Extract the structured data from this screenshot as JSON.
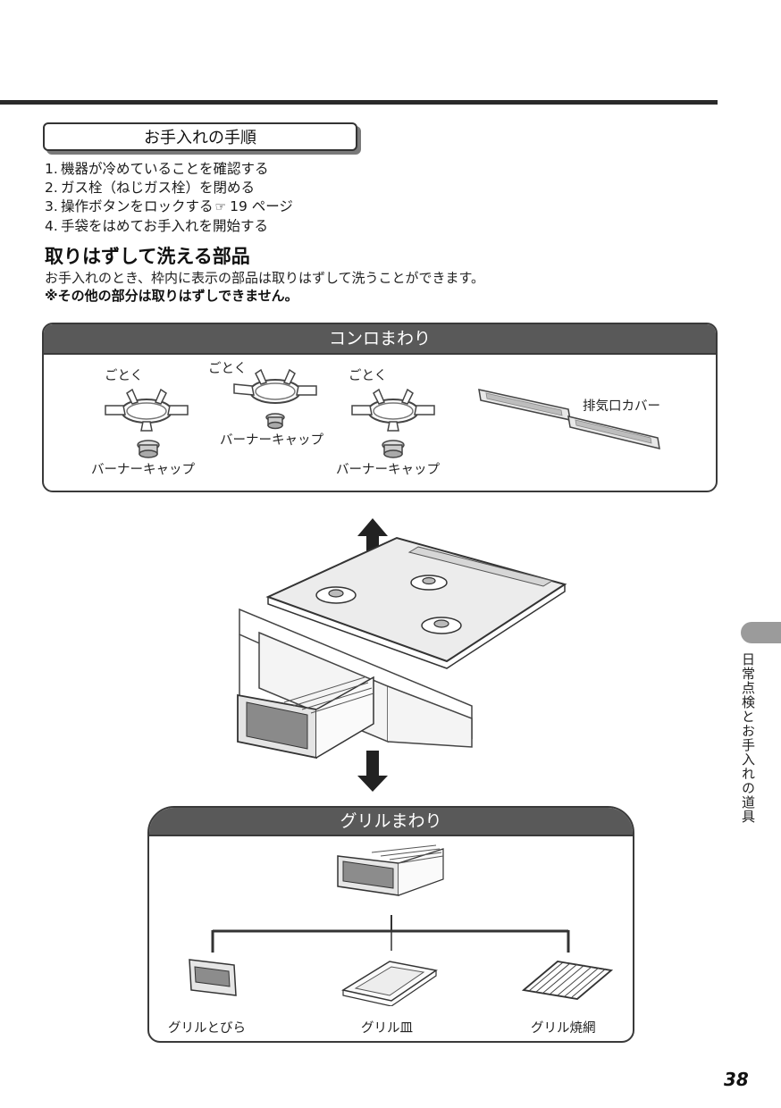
{
  "procedure": {
    "title": "お手入れの手順",
    "steps": [
      {
        "num": "1.",
        "text": "機器が冷めていることを確認する"
      },
      {
        "num": "2.",
        "text": "ガス栓（ねじガス栓）を閉める"
      },
      {
        "num": "3.",
        "text": "操作ボタンをロックする",
        "ref": "19 ページ"
      },
      {
        "num": "4.",
        "text": "手袋をはめてお手入れを開始する"
      }
    ]
  },
  "section": {
    "title": "取りはずして洗える部品",
    "description": "お手入れのとき、枠内に表示の部品は取りはずして洗うことができます。",
    "note": "※その他の部分は取りはずしできません。"
  },
  "konro": {
    "title": "コンロまわり",
    "labels": {
      "gotoku_1": "ごとく",
      "gotoku_2": "ごとく",
      "gotoku_3": "ごとく",
      "cap_1": "バーナーキャップ",
      "cap_2": "バーナーキャップ",
      "cap_3": "バーナーキャップ",
      "exhaust": "排気口カバー"
    }
  },
  "grill": {
    "title": "グリルまわり",
    "parts": [
      "グリルとびら",
      "グリル皿",
      "グリル焼網"
    ]
  },
  "sidebar": {
    "chapter": "日常点検とお手入れの道具"
  },
  "page": {
    "number": "38"
  }
}
